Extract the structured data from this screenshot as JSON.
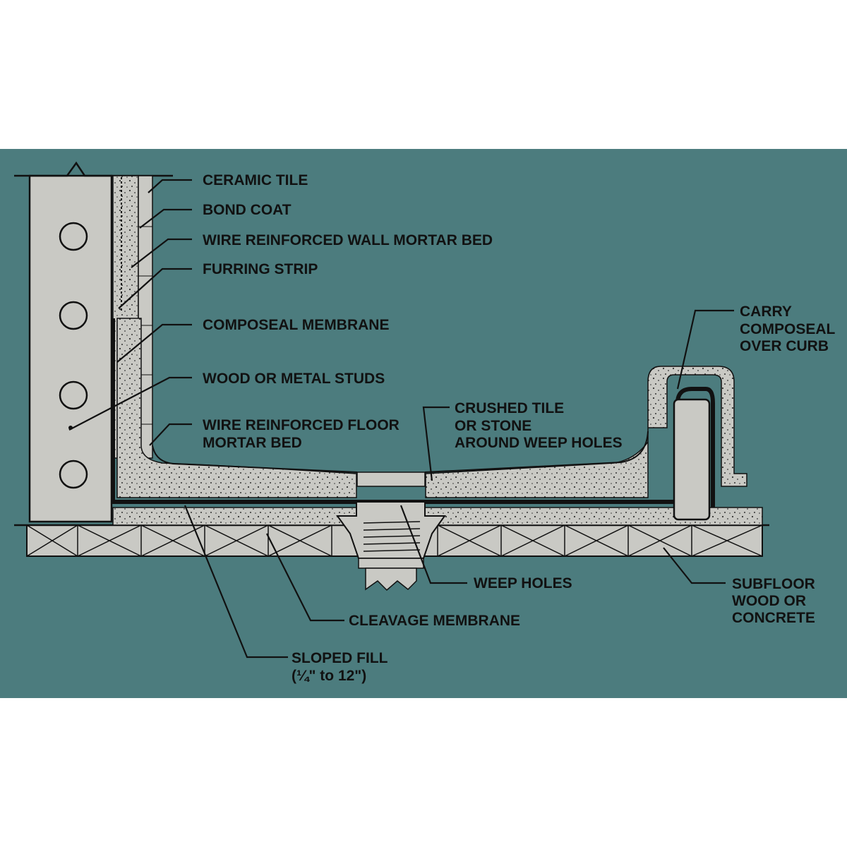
{
  "colors": {
    "background": "#ffffff",
    "panel": "#4c7c7e",
    "material_fill": "#c9c9c4",
    "ink": "#111111"
  },
  "labels": {
    "ceramic_tile": "CERAMIC TILE",
    "bond_coat": "BOND COAT",
    "wall_mortar_bed": "WIRE REINFORCED WALL MORTAR BED",
    "furring_strip": "FURRING STRIP",
    "composeal_membrane": "COMPOSEAL MEMBRANE",
    "studs": "WOOD OR METAL STUDS",
    "floor_mortar_bed": [
      "WIRE REINFORCED FLOOR",
      "MORTAR BED"
    ],
    "crushed_tile": [
      "CRUSHED TILE",
      "OR STONE",
      "AROUND WEEP HOLES"
    ],
    "carry_composeal": [
      "CARRY",
      "COMPOSEAL",
      "OVER CURB"
    ],
    "weep_holes": "WEEP HOLES",
    "subfloor": [
      "SUBFLOOR",
      "WOOD OR",
      "CONCRETE"
    ],
    "cleavage_membrane": "CLEAVAGE MEMBRANE",
    "sloped_fill": [
      "SLOPED FILL",
      "(¼\" to 12\")"
    ]
  }
}
